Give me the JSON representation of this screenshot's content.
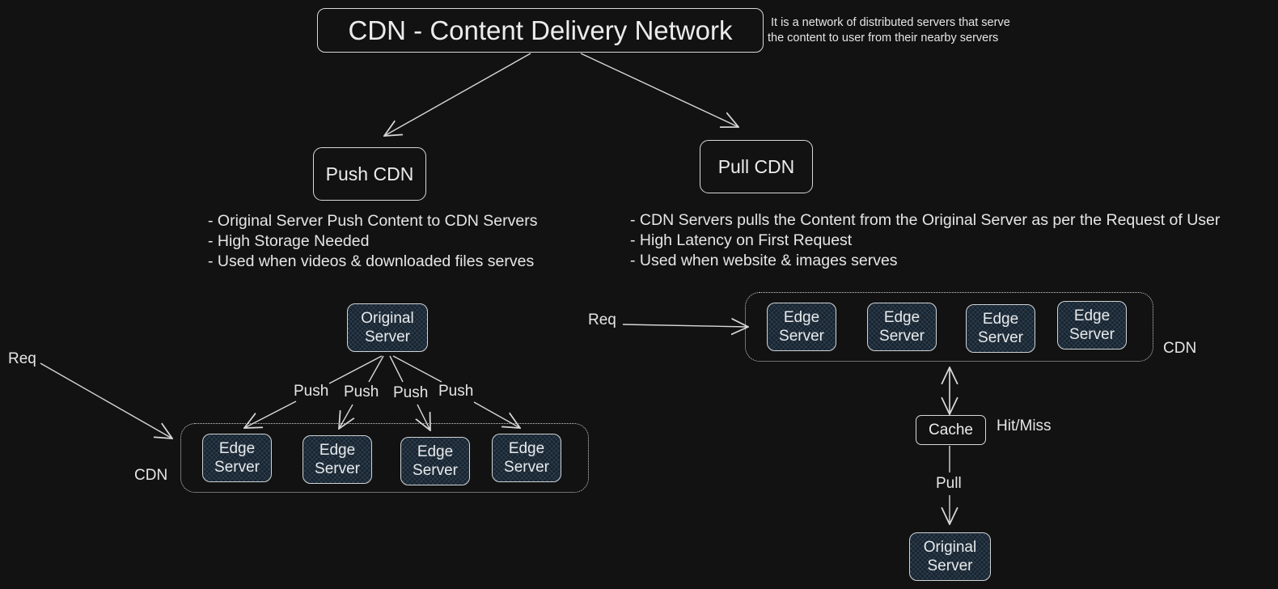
{
  "title": "CDN - Content Delivery Network",
  "description_lines": [
    "It is a network of distributed servers that serve",
    "the content to user from their nearby servers"
  ],
  "push_cdn": {
    "label": "Push CDN",
    "bullets": [
      "- Original Server Push Content to CDN Servers",
      "- High Storage Needed",
      "- Used when videos & downloaded files serves"
    ],
    "origin": [
      "Original",
      "Server"
    ],
    "push_labels": [
      "Push",
      "Push",
      "Push",
      "Push"
    ],
    "edge_servers": [
      [
        "Edge",
        "Server"
      ],
      [
        "Edge",
        "Server"
      ],
      [
        "Edge",
        "Server"
      ],
      [
        "Edge",
        "Server"
      ]
    ],
    "req_label": "Req",
    "cdn_label": "CDN"
  },
  "pull_cdn": {
    "label": "Pull CDN",
    "bullets": [
      "- CDN Servers pulls the Content from the Original Server as per the Request of User",
      "- High Latency on First Request",
      "- Used when website & images serves"
    ],
    "req_label": "Req",
    "edge_servers": [
      [
        "Edge",
        "Server"
      ],
      [
        "Edge",
        "Server"
      ],
      [
        "Edge",
        "Server"
      ],
      [
        "Edge",
        "Server"
      ]
    ],
    "cdn_label": "CDN",
    "cache_label": "Cache",
    "hit_miss_label": "Hit/Miss",
    "pull_label": "Pull",
    "origin": [
      "Original",
      "Server"
    ]
  },
  "colors": {
    "background": "#121212",
    "line": "#d8d8d8",
    "server_fill": "#182430"
  }
}
